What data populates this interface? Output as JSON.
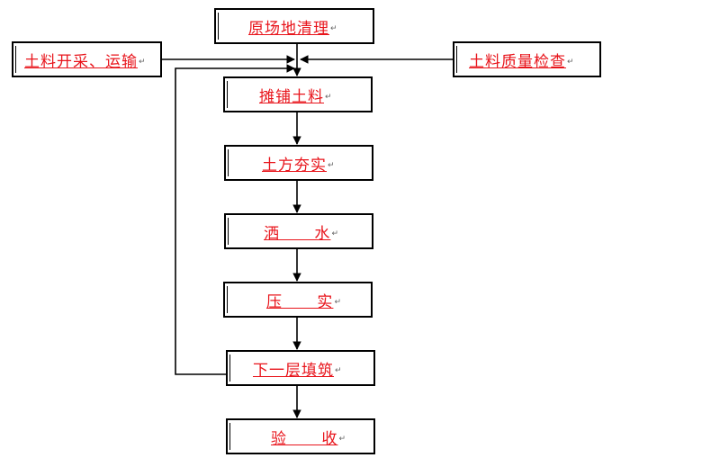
{
  "nodes": {
    "site_clearing": "原场地清理",
    "soil_quarry": "土料开采、运输",
    "soil_quality": "土料质量检查",
    "spread": "摊铺土料",
    "tamp": "土方夯实",
    "water": "洒      水",
    "compact": "压      实",
    "next_layer": "下一层填筑",
    "acceptance": "验      收"
  },
  "paragraph_mark": "↵",
  "colors": {
    "text": "#e8141b",
    "line": "#000000"
  }
}
